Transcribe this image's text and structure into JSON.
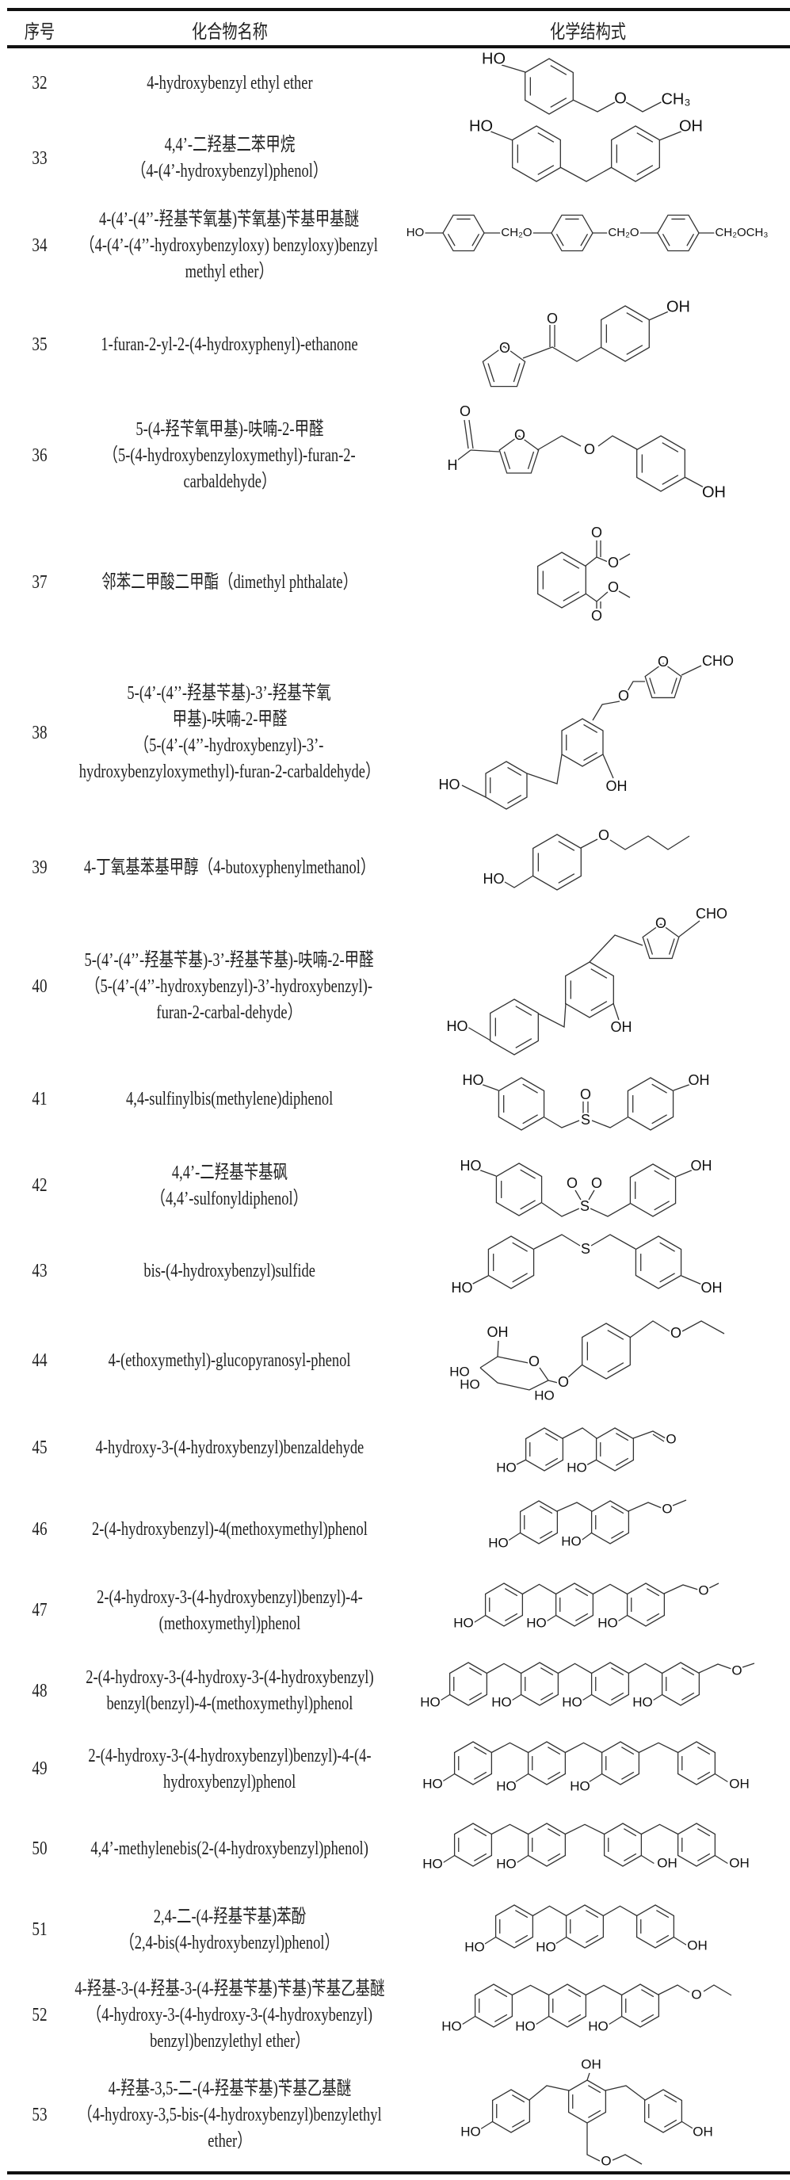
{
  "header": {
    "col_number": "序号",
    "col_name": "化合物名称",
    "col_structure": "化学结构式"
  },
  "rows": [
    {
      "number": "32",
      "name_lines": [
        "4-hydroxybenzyl ethyl ether"
      ],
      "structure_labels": [
        "HO",
        "O",
        "CH₃"
      ]
    },
    {
      "number": "33",
      "name_lines": [
        "4,4’-二羟基二苯甲烷",
        "（4-(4’-hydroxybenzyl)phenol）"
      ],
      "structure_labels": [
        "HO",
        "OH"
      ]
    },
    {
      "number": "34",
      "name_lines": [
        "4-(4’-(4’’-羟基苄氧基)苄氧基)苄基甲基醚",
        "（4-(4’-(4’’-hydroxybenzyloxy) benzyloxy)benzyl",
        "methyl ether）"
      ],
      "structure_labels": [
        "HO",
        "CH₂O",
        "CH₂O",
        "CH₂OCH₃"
      ]
    },
    {
      "number": "35",
      "name_lines": [
        "1-furan-2-yl-2-(4-hydroxyphenyl)-ethanone"
      ],
      "structure_labels": [
        "O",
        "O",
        "OH"
      ]
    },
    {
      "number": "36",
      "name_lines": [
        "5-(4-羟苄氧甲基)-呋喃-2-甲醛",
        "（5-(4-hydroxybenzyloxymethyl)-furan-2-",
        "carbaldehyde）"
      ],
      "structure_labels": [
        "O",
        "H",
        "O",
        "O",
        "OH"
      ]
    },
    {
      "number": "37",
      "name_lines": [
        "邻苯二甲酸二甲酯（dimethyl phthalate）"
      ],
      "structure_labels": [
        "O",
        "O",
        "O",
        "O"
      ]
    },
    {
      "number": "38",
      "name_lines": [
        "5-(4’-(4’’-羟基苄基)-3’-羟基苄氧",
        "甲基)-呋喃-2-甲醛",
        "（5-(4’-(4’’-hydroxybenzyl)-3’-",
        "hydroxybenzyloxymethyl)-furan-2-carbaldehyde）"
      ],
      "structure_labels": [
        "O",
        "CHO",
        "O",
        "HO",
        "OH"
      ]
    },
    {
      "number": "39",
      "name_lines": [
        "4-丁氧基苯基甲醇（4-butoxyphenylmethanol）"
      ],
      "structure_labels": [
        "O",
        "HO"
      ]
    },
    {
      "number": "40",
      "name_lines": [
        "5-(4’-(4’’-羟基苄基)-3’-羟基苄基)-呋喃-2-甲醛",
        "（5-(4’-(4’’-hydroxybenzyl)-3’-hydroxybenzyl)-",
        "furan-2-carbal-dehyde）"
      ],
      "structure_labels": [
        "O",
        "CHO",
        "HO",
        "OH"
      ]
    },
    {
      "number": "41",
      "name_lines": [
        "4,4-sulfinylbis(methylene)diphenol"
      ],
      "structure_labels": [
        "HO",
        "O",
        "S",
        "OH"
      ]
    },
    {
      "number": "42",
      "name_lines": [
        "4,4’-二羟基苄基砜",
        "（4,4’-sulfonyldiphenol）"
      ],
      "structure_labels": [
        "HO",
        "O",
        "O",
        "S",
        "OH"
      ]
    },
    {
      "number": "43",
      "name_lines": [
        "bis-(4-hydroxybenzyl)sulfide"
      ],
      "structure_labels": [
        "HO",
        "S",
        "OH"
      ]
    },
    {
      "number": "44",
      "name_lines": [
        "4-(ethoxymethyl)-glucopyranosyl-phenol"
      ],
      "structure_labels": [
        "OH",
        "O",
        "HO",
        "HO",
        "HO",
        "O",
        "O"
      ]
    },
    {
      "number": "45",
      "name_lines": [
        "4-hydroxy-3-(4-hydroxybenzyl)benzaldehyde"
      ],
      "structure_labels": [
        "HO",
        "HO",
        "O"
      ]
    },
    {
      "number": "46",
      "name_lines": [
        "2-(4-hydroxybenzyl)-4(methoxymethyl)phenol"
      ],
      "structure_labels": [
        "HO",
        "HO",
        "O"
      ]
    },
    {
      "number": "47",
      "name_lines": [
        "2-(4-hydroxy-3-(4-hydroxybenzyl)benzyl)-4-",
        "(methoxymethyl)phenol"
      ],
      "structure_labels": [
        "HO",
        "HO",
        "HO",
        "O"
      ]
    },
    {
      "number": "48",
      "name_lines": [
        "2-(4-hydroxy-3-(4-hydroxy-3-(4-hydroxybenzyl)",
        "benzyl(benzyl)-4-(methoxymethyl)phenol"
      ],
      "structure_labels": [
        "HO",
        "HO",
        "HO",
        "HO",
        "O"
      ]
    },
    {
      "number": "49",
      "name_lines": [
        "2-(4-hydroxy-3-(4-hydroxybenzyl)benzyl)-4-(4-",
        "hydroxybenzyl)phenol"
      ],
      "structure_labels": [
        "HO",
        "HO",
        "HO",
        "OH"
      ]
    },
    {
      "number": "50",
      "name_lines": [
        "4,4’-methylenebis(2-(4-hydroxybenzyl)phenol)"
      ],
      "structure_labels": [
        "HO",
        "HO",
        "OH",
        "OH"
      ]
    },
    {
      "number": "51",
      "name_lines": [
        "2,4-二-(4-羟基苄基)苯酚",
        "（2,4-bis(4-hydroxybenzyl)phenol）"
      ],
      "structure_labels": [
        "HO",
        "HO",
        "OH"
      ]
    },
    {
      "number": "52",
      "name_lines": [
        "4-羟基-3-(4-羟基-3-(4-羟基苄基)苄基)苄基乙基醚",
        "（4-hydroxy-3-(4-hydroxy-3-(4-hydroxybenzyl)",
        "benzyl)benzylethyl ether）"
      ],
      "structure_labels": [
        "HO",
        "HO",
        "HO",
        "O"
      ]
    },
    {
      "number": "53",
      "name_lines": [
        "4-羟基-3,5-二-(4-羟基苄基)苄基乙基醚",
        "（4-hydroxy-3,5-bis-(4-hydroxybenzyl)benzylethyl",
        "ether）"
      ],
      "structure_labels": [
        "OH",
        "HO",
        "OH",
        "O"
      ]
    }
  ]
}
